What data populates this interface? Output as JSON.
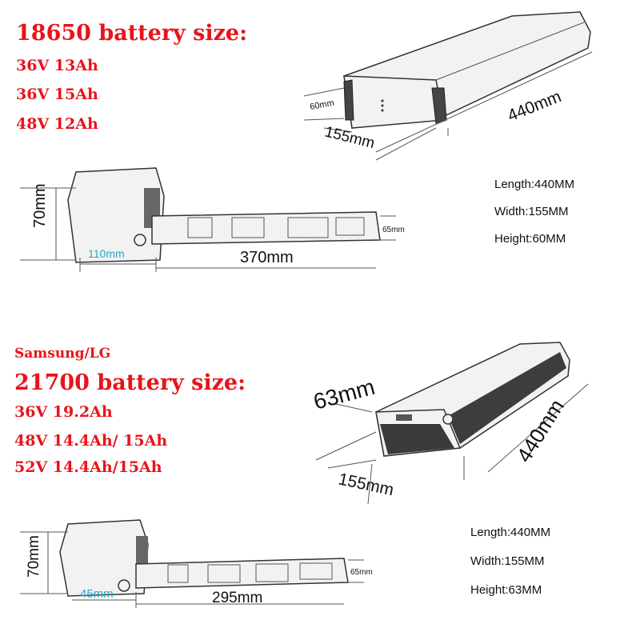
{
  "top": {
    "title": "18650 battery size:",
    "options": [
      "36V 13Ah",
      "36V 15Ah",
      "48V 12Ah"
    ],
    "dims": {
      "height": "60mm",
      "length": "440mm",
      "width": "155mm",
      "side_height": "70mm",
      "mount": "110mm",
      "plate": "370mm",
      "plate_width": "65mm"
    },
    "specs": [
      "Length:440MM",
      "Width:155MM",
      "Height:60MM"
    ]
  },
  "bottom": {
    "brand": "Samsung/LG",
    "title": "21700  battery size:",
    "options": [
      "36V 19.2Ah",
      "48V 14.4Ah/ 15Ah",
      "52V 14.4Ah/15Ah"
    ],
    "dims": {
      "height": "63mm",
      "length": "440mm",
      "width": "155mm",
      "side_height": "70mm",
      "mount": "45mm",
      "plate": "295mm",
      "plate_width": "65mm"
    },
    "specs": [
      "Length:440MM",
      "Width:155MM",
      "Height:63MM"
    ]
  },
  "colors": {
    "title": "#e8141b",
    "mount_dim": "#2aa6c9"
  }
}
